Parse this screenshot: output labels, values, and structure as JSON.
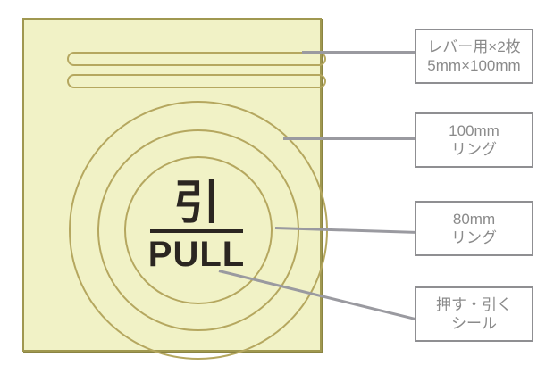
{
  "sheet": {
    "seal": {
      "kanji": "引",
      "english": "PULL"
    },
    "lever_strip_count": 2,
    "ring_count": 3
  },
  "callouts": [
    {
      "target": "lever-strips",
      "label_line1": "レバー用×2枚",
      "label_line2": "5mm×100mm"
    },
    {
      "target": "ring-100mm",
      "label_line1": "100mm",
      "label_line2": "リング"
    },
    {
      "target": "ring-80mm",
      "label_line1": "80mm",
      "label_line2": "リング"
    },
    {
      "target": "pull-seal",
      "label_line1": "押す・引く",
      "label_line2": "シール"
    }
  ],
  "colors": {
    "background": "#ffffff",
    "sheet_fill": "#f1f2c6",
    "sheet_border": "#a09850",
    "cut_line": "#b5a75f",
    "seal_text": "#2b2621",
    "callout_line": "#9a9aa0",
    "label_border": "#8f8f92",
    "label_text": "#8a8a8a"
  }
}
